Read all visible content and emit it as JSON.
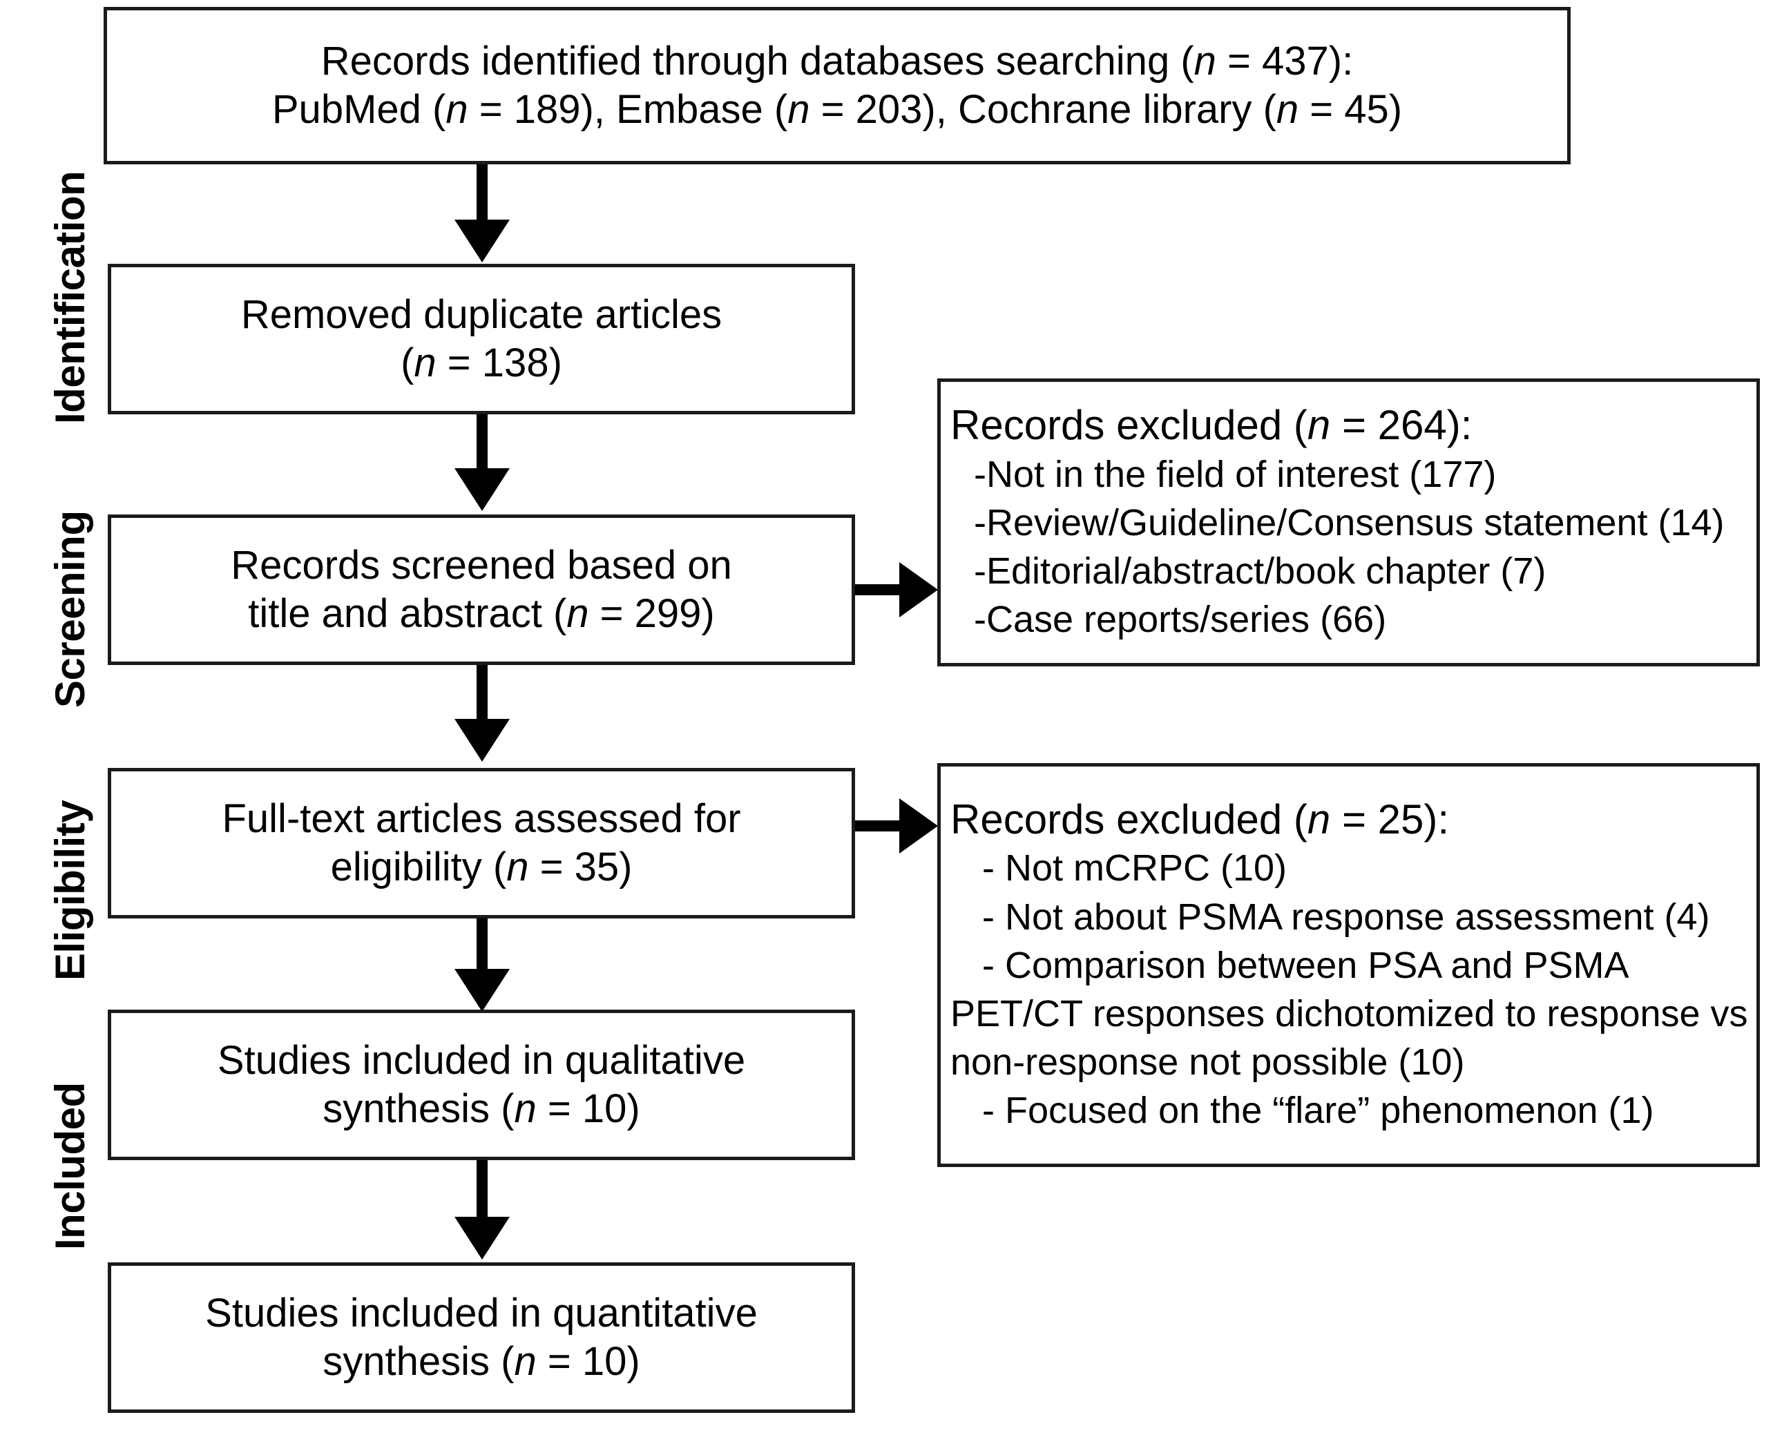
{
  "diagram": {
    "type": "PRISMA flow diagram",
    "stages": [
      {
        "label": "Identification"
      },
      {
        "label": "Screening"
      },
      {
        "label": "Eligibility"
      },
      {
        "label": "Included"
      }
    ],
    "boxes": [
      {
        "id": "records-identified",
        "lines": [
          "Records identified through databases searching (n = 437):",
          "PubMed (n = 189), Embase (n = 203), Cochrane library (n = 45)"
        ]
      },
      {
        "id": "duplicates-removed",
        "lines": [
          "Removed duplicate articles",
          "(n = 138)"
        ]
      },
      {
        "id": "records-screened",
        "lines": [
          "Records screened based on",
          "title and abstract (n = 299)"
        ]
      },
      {
        "id": "full-text-assessed",
        "lines": [
          "Full-text articles assessed for",
          "eligibility (n = 35)"
        ]
      },
      {
        "id": "qualitative-synthesis",
        "lines": [
          "Studies included in qualitative",
          "synthesis (n = 10)"
        ]
      },
      {
        "id": "quantitative-synthesis",
        "lines": [
          "Studies included in quantitative",
          "synthesis (n = 10)"
        ]
      }
    ],
    "exclusions": [
      {
        "id": "records-excluded-screening",
        "title": "Records excluded (n = 264):",
        "items": [
          "-Not in the field of interest (177)",
          "-Review/Guideline/Consensus statement (14)",
          "-Editorial/abstract/book chapter (7)",
          "-Case reports/series (66)"
        ]
      },
      {
        "id": "records-excluded-eligibility",
        "title": "Records excluded (n = 25):",
        "items": [
          "- Not mCRPC (10)",
          "- Not about PSMA response assessment (4)",
          "- Comparison between PSA and PSMA",
          "PET/CT responses dichotomized to response vs",
          "non-response not possible (10)",
          "- Focused on the “flare” phenomenon (1)"
        ]
      }
    ],
    "connectors": [
      {
        "id": "arrow-identified-to-duplicates",
        "direction": "down"
      },
      {
        "id": "arrow-duplicates-to-screened",
        "direction": "down"
      },
      {
        "id": "arrow-screened-to-excluded",
        "direction": "right"
      },
      {
        "id": "arrow-screened-to-fulltext",
        "direction": "down"
      },
      {
        "id": "arrow-fulltext-to-excluded",
        "direction": "right"
      },
      {
        "id": "arrow-fulltext-to-qualitative",
        "direction": "down"
      },
      {
        "id": "arrow-qualitative-to-quantitative",
        "direction": "down"
      }
    ],
    "colors": {
      "box_border": "#1b1b1b",
      "arrow": "#000000",
      "background": "#ffffff",
      "text": "#000000"
    }
  }
}
